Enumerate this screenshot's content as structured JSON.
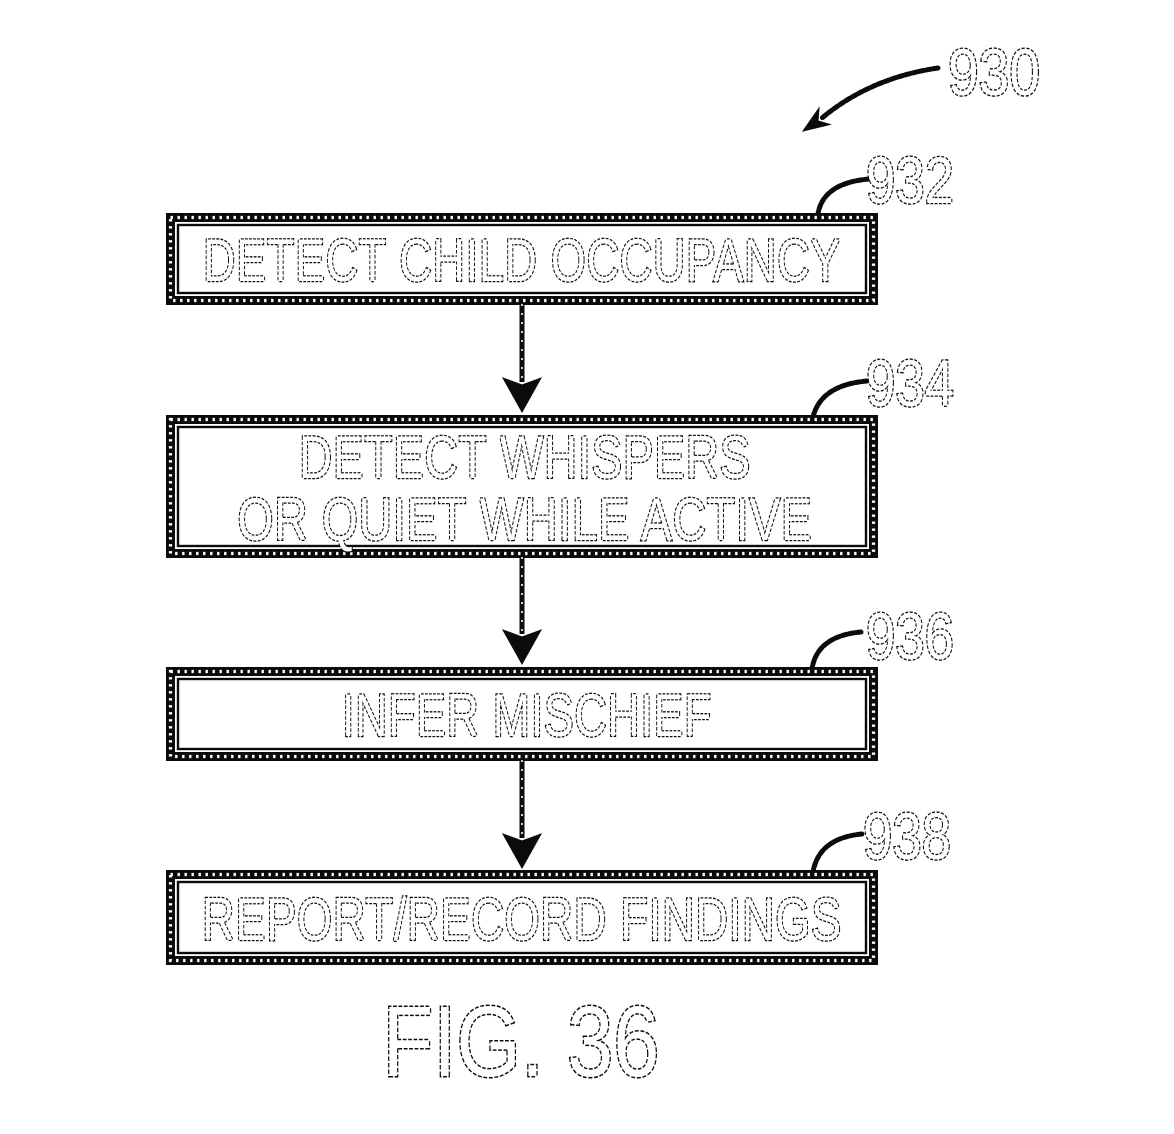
{
  "figure": {
    "ref_label": "930",
    "caption": "FIG. 36",
    "nodes": [
      {
        "ref": "932",
        "lines": [
          "DETECT CHILD OCCUPANCY"
        ]
      },
      {
        "ref": "934",
        "lines": [
          "DETECT WHISPERS",
          "OR QUIET WHILE ACTIVE"
        ]
      },
      {
        "ref": "936",
        "lines": [
          "INFER MISCHIEF"
        ]
      },
      {
        "ref": "938",
        "lines": [
          "REPORT/RECORD FINDINGS"
        ]
      }
    ],
    "connections": [
      {
        "from": "932",
        "to": "934"
      },
      {
        "from": "934",
        "to": "936"
      },
      {
        "from": "936",
        "to": "938"
      }
    ],
    "colors": {
      "ink": "#0b0b0b",
      "background": "#ffffff"
    }
  }
}
